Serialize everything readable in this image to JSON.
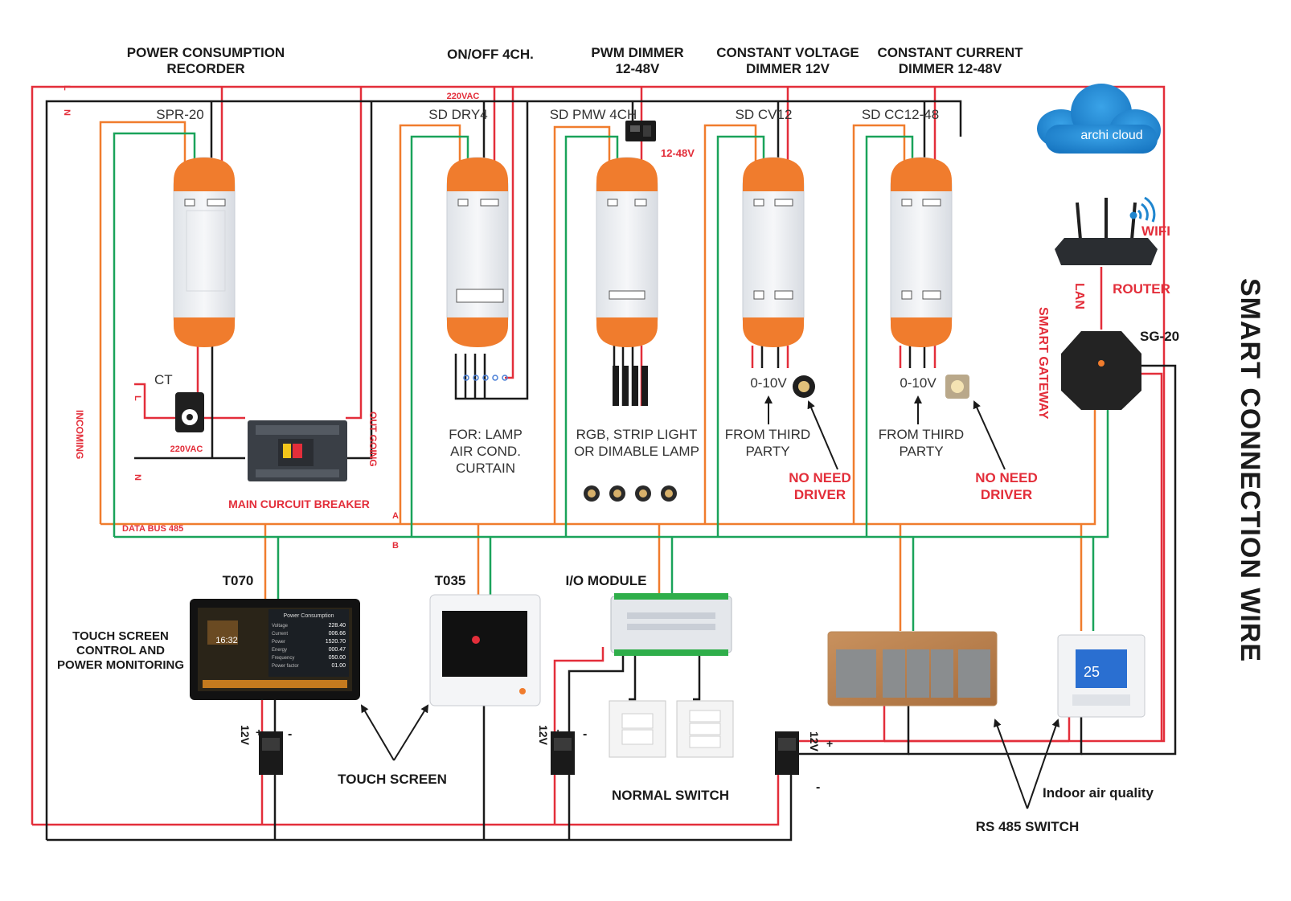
{
  "title": "SMART CONNECTION WIRE",
  "colors": {
    "live": "#e32e3a",
    "neutral": "#1a1a1a",
    "bus_a": "#f07c2d",
    "bus_b": "#1aa35a",
    "module_cap": "#f07c2d",
    "cloud": "#1f86cf"
  },
  "headers": {
    "spr": [
      "POWER CONSUMPTION",
      "RECORDER"
    ],
    "dry": [
      "ON/OFF 4CH."
    ],
    "pmw": [
      "PWM DIMMER",
      "12-48V"
    ],
    "cv": [
      "CONSTANT VOLTAGE",
      "DIMMER 12V"
    ],
    "cc": [
      "CONSTANT CURRENT",
      "DIMMER 12-48V"
    ]
  },
  "modules": {
    "spr": "SPR-20",
    "dry": "SD DRY4",
    "pmw": "SD PMW 4CH",
    "cv": "SD CV12",
    "cc": "SD CC12-48"
  },
  "labels": {
    "l": "L",
    "n": "N",
    "v220_top": "220VAC",
    "v1248": "12-48V",
    "ct": "CT",
    "incoming": "INCOMING",
    "l2": "L",
    "n2": "N",
    "v220": "220VAC",
    "outgoing": "OUT GOING",
    "breaker": "MAIN CURCUIT BREAKER",
    "databus": "DATA BUS 485",
    "a": "A",
    "b": "B",
    "v010_1": "0-10V",
    "v010_2": "0-10V",
    "lan": "LAN",
    "router": "ROUTER",
    "wifi": "WIFI",
    "gateway": "SMART GATEWAY",
    "sg20": "SG-20",
    "cloud": "archi cloud",
    "t070": "T070",
    "t035": "T035",
    "io": "I/O MODULE",
    "touch_ctrl": [
      "TOUCH SCREEN",
      "CONTROL AND",
      "POWER MONITORING"
    ],
    "touch_screen": "TOUCH SCREEN",
    "normal_switch": "NORMAL SWITCH",
    "rs485": "RS 485 SWITCH",
    "iaq": "Indoor air quality",
    "psu1_v": "12V",
    "psu2_v": "12V",
    "psu3_v": "12V",
    "plus": "+",
    "minus": "-"
  },
  "notes": {
    "dry": [
      "FOR: LAMP",
      "AIR COND.",
      "CURTAIN"
    ],
    "pmw": [
      "RGB, STRIP LIGHT",
      "OR DIMABLE LAMP"
    ],
    "cv_from": [
      "FROM THIRD",
      "PARTY"
    ],
    "cc_from": [
      "FROM THIRD",
      "PARTY"
    ],
    "cv_noneed": [
      "NO NEED",
      "DRIVER"
    ],
    "cc_noneed": [
      "NO NEED",
      "DRIVER"
    ]
  },
  "t070_screen": {
    "heading": "Power Consumption",
    "time": "16:32",
    "rows": [
      {
        "k": "Voltage",
        "v": "228.40"
      },
      {
        "k": "Current",
        "v": "006.66"
      },
      {
        "k": "Power",
        "v": "1520.70"
      },
      {
        "k": "Energy",
        "v": "000.47"
      },
      {
        "k": "Frequency",
        "v": "050.00"
      },
      {
        "k": "Power factor",
        "v": "01.00"
      }
    ]
  },
  "thermostat": {
    "temp": "25"
  }
}
